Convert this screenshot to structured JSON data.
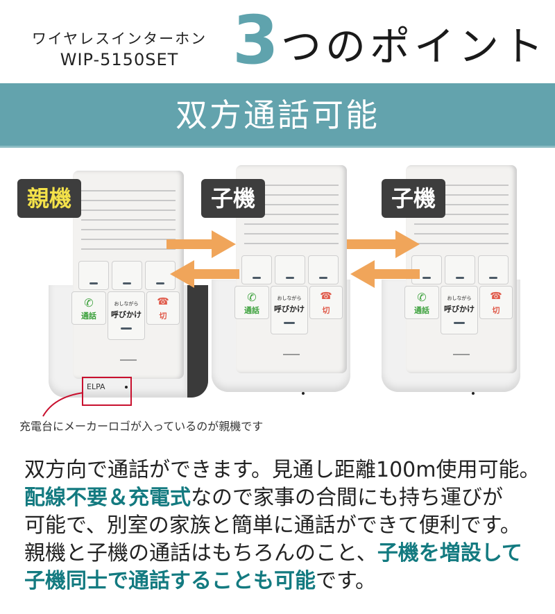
{
  "header": {
    "product_type": "ワイヤレスインターホン",
    "model": "WIP-5150SET",
    "number": "3",
    "headline": "つのポイント"
  },
  "band": {
    "title": "双方通話可能",
    "color": "#63a3ad"
  },
  "devices": [
    {
      "label": "親機",
      "label_color": "#f4e24a",
      "logo": "ELPA",
      "keys": {
        "talk": "通話",
        "call_small": "おしながら",
        "call": "呼びかけ",
        "end": "切"
      }
    },
    {
      "label": "子機",
      "label_color": "#ffffff",
      "keys": {
        "talk": "通話",
        "call_small": "おしながら",
        "call": "呼びかけ",
        "end": "切"
      }
    },
    {
      "label": "子機",
      "label_color": "#ffffff",
      "keys": {
        "talk": "通話",
        "call_small": "おしながら",
        "call": "呼びかけ",
        "end": "切"
      }
    }
  ],
  "caption": "充電台にメーカーロゴが入っているのが親機です",
  "body": {
    "line1": "双方向で通話ができます。見通し距離100m使用可能。",
    "line2_hl": "配線不要＆充電式",
    "line2": "なので家事の合間にも持ち運びが",
    "line3": "可能で、別室の家族と簡単に通話ができて便利です。",
    "line4": "親機と子機の通話はもちろんのこと、",
    "line4_hl": "子機を増設して",
    "line5_hl": "子機同士で通話することも可能",
    "line5": "です。"
  },
  "colors": {
    "accent": "#137a80",
    "arrow": "#f0a55a",
    "highlight_box": "#c8102e"
  }
}
